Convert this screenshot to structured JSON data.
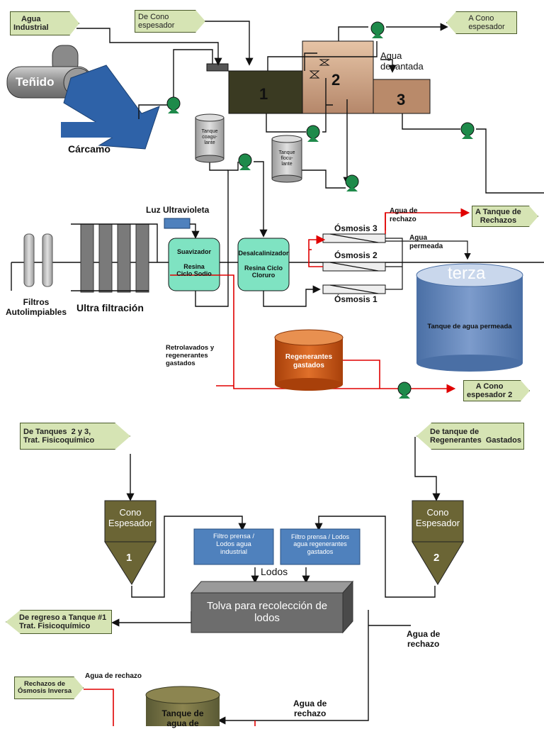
{
  "tags": {
    "agua_industrial": "Agua\nIndustrial",
    "de_cono_espesador": "De Cono\nespesador",
    "a_cono_espesador": "A Cono\nespesador",
    "a_tanque_rechazos": "A Tanque de\nRechazos",
    "a_cono_espesador_2": "A Cono\nespesador 2",
    "de_tanques_2y3": "De Tanques  2 y 3,\nTrat. Fisicoquímico",
    "de_tanque_regenerantes": "De tanque de\nRegenerantes  Gastados",
    "de_regreso_tanque1": "De regreso a Tanque #1\nTrat. Fisicoquímico",
    "rechazos_osmosis": "Rechazos de\nÓsmosis Inversa"
  },
  "labels": {
    "tenido": "Teñido",
    "carcamo": "Cárcamo",
    "tank1": "1",
    "tank2": "2",
    "tank3": "3",
    "agua_decantada": "Agua\ndecantada",
    "tanque_coagulante": "Tanque\ncoagu-\nlante",
    "tanque_floculante": "Tanque\nflocu-\nlante",
    "luz_uv": "Luz Ultravioleta",
    "filtros": "Filtros\nAutolimpiables",
    "ultra": "Ultra filtración",
    "suavizador": "Suavizador\n\nResina\nCiclo Sodio",
    "desalcalinizador": "Desalcalinizador\n\nResina Ciclo\nCloruro",
    "osmosis3": "Ósmosis 3",
    "osmosis2": "Ósmosis 2",
    "osmosis1": "Ósmosis 1",
    "agua_rechazo_top": "Agua de\nrechazo",
    "agua_permeada": "Agua\npermeada",
    "terza": "terza",
    "tanque_permeada": "Tanque de agua permeada",
    "retrolavados": "Retrolavados y\nregenerantes\ngastados",
    "regenerantes": "Regenerantes\ngastados",
    "cono1": "Cono\nEspesador",
    "cono1_num": "1",
    "cono2": "Cono\nEspesador",
    "cono2_num": "2",
    "filtro_prensa_1": "Filtro prensa /\nLodos agua\nindustrial",
    "filtro_prensa_2": "Filtro prensa / Lodos\nagua regenerantes\ngastados",
    "lodos": "Lodos",
    "tolva": "Tolva para recolección de\nlodos",
    "agua_rechazo_right": "Agua de\nrechazo",
    "agua_rechazo_bottom": "Agua de\nrechazo",
    "agua_rechazo_left": "Agua de rechazo",
    "tanque_agua_de": "Tanque de\nagua de"
  },
  "colors": {
    "tag_fill": "#d6e4b4",
    "pump": "#1e8a4a",
    "resin": "#7fe3c2",
    "reject_line": "#e00000",
    "permeate_tank": "#5b7fb3",
    "regen_tank": "#c8520c",
    "cone": "#6b6535",
    "filter_press": "#4f81bd",
    "hopper": "#6d6d6d"
  }
}
